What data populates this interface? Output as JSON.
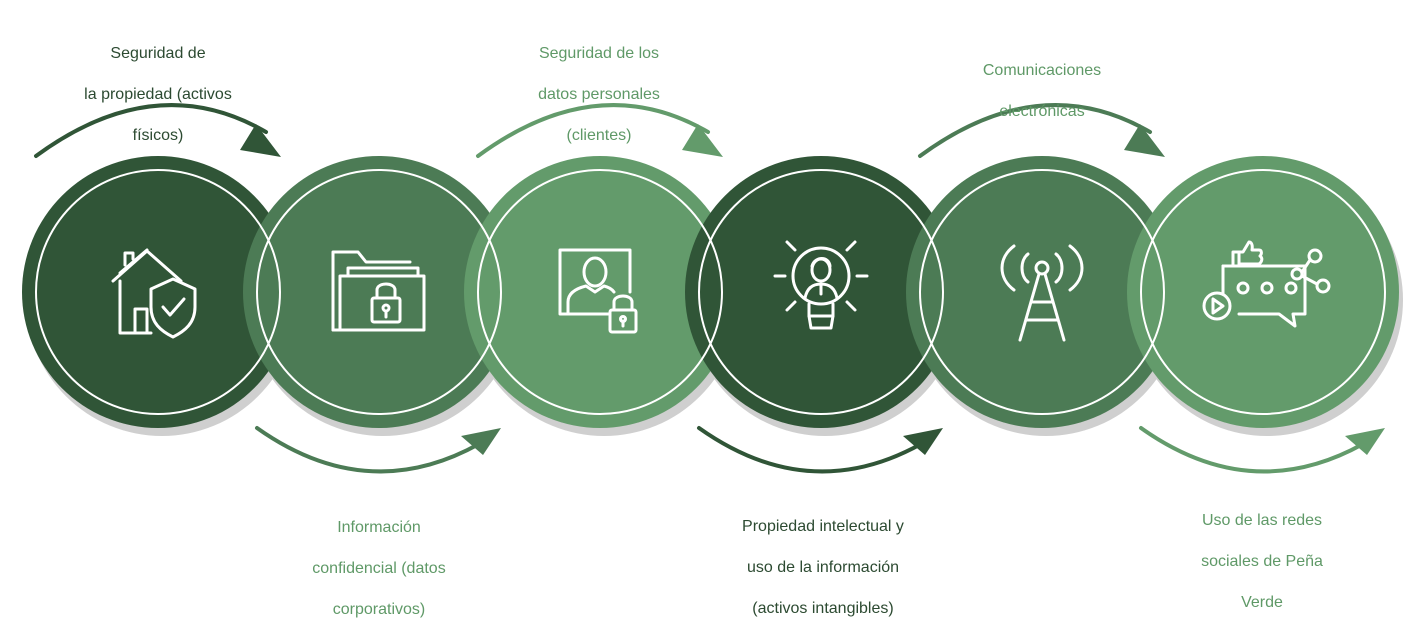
{
  "colors": {
    "dark": "#305537",
    "mid": "#4c7b55",
    "light": "#639b6b",
    "shadow": "#cfcfcf",
    "label_dark": "#2c4a31",
    "label_light": "#5f9967"
  },
  "steps": [
    {
      "id": "s1",
      "lines": [
        "Seguridad de",
        "la propiedad (activos",
        "físicos)"
      ],
      "icon": "house-shield-icon",
      "color": "dark",
      "label_color": "label_dark",
      "position": "top"
    },
    {
      "id": "s2",
      "lines": [
        "Información",
        "confidencial (datos",
        "corporativos)"
      ],
      "icon": "folder-lock-icon",
      "color": "mid",
      "label_color": "label_light",
      "position": "bottom"
    },
    {
      "id": "s3",
      "lines": [
        "Seguridad de los",
        "datos personales",
        "(clientes)"
      ],
      "icon": "user-lock-icon",
      "color": "light",
      "label_color": "label_light",
      "position": "top"
    },
    {
      "id": "s4",
      "lines": [
        "Propiedad intelectual y",
        "uso de la información",
        "(activos intangibles)"
      ],
      "icon": "lightbulb-person-icon",
      "color": "dark",
      "label_color": "label_dark",
      "position": "bottom"
    },
    {
      "id": "s5",
      "lines": [
        "Comunicaciones",
        "electrónicas"
      ],
      "icon": "antenna-icon",
      "color": "mid",
      "label_color": "label_light",
      "position": "top"
    },
    {
      "id": "s6",
      "lines": [
        "Uso de las redes",
        "sociales de Peña",
        "Verde"
      ],
      "icon": "social-media-icon",
      "color": "light",
      "label_color": "label_light",
      "position": "bottom"
    }
  ]
}
